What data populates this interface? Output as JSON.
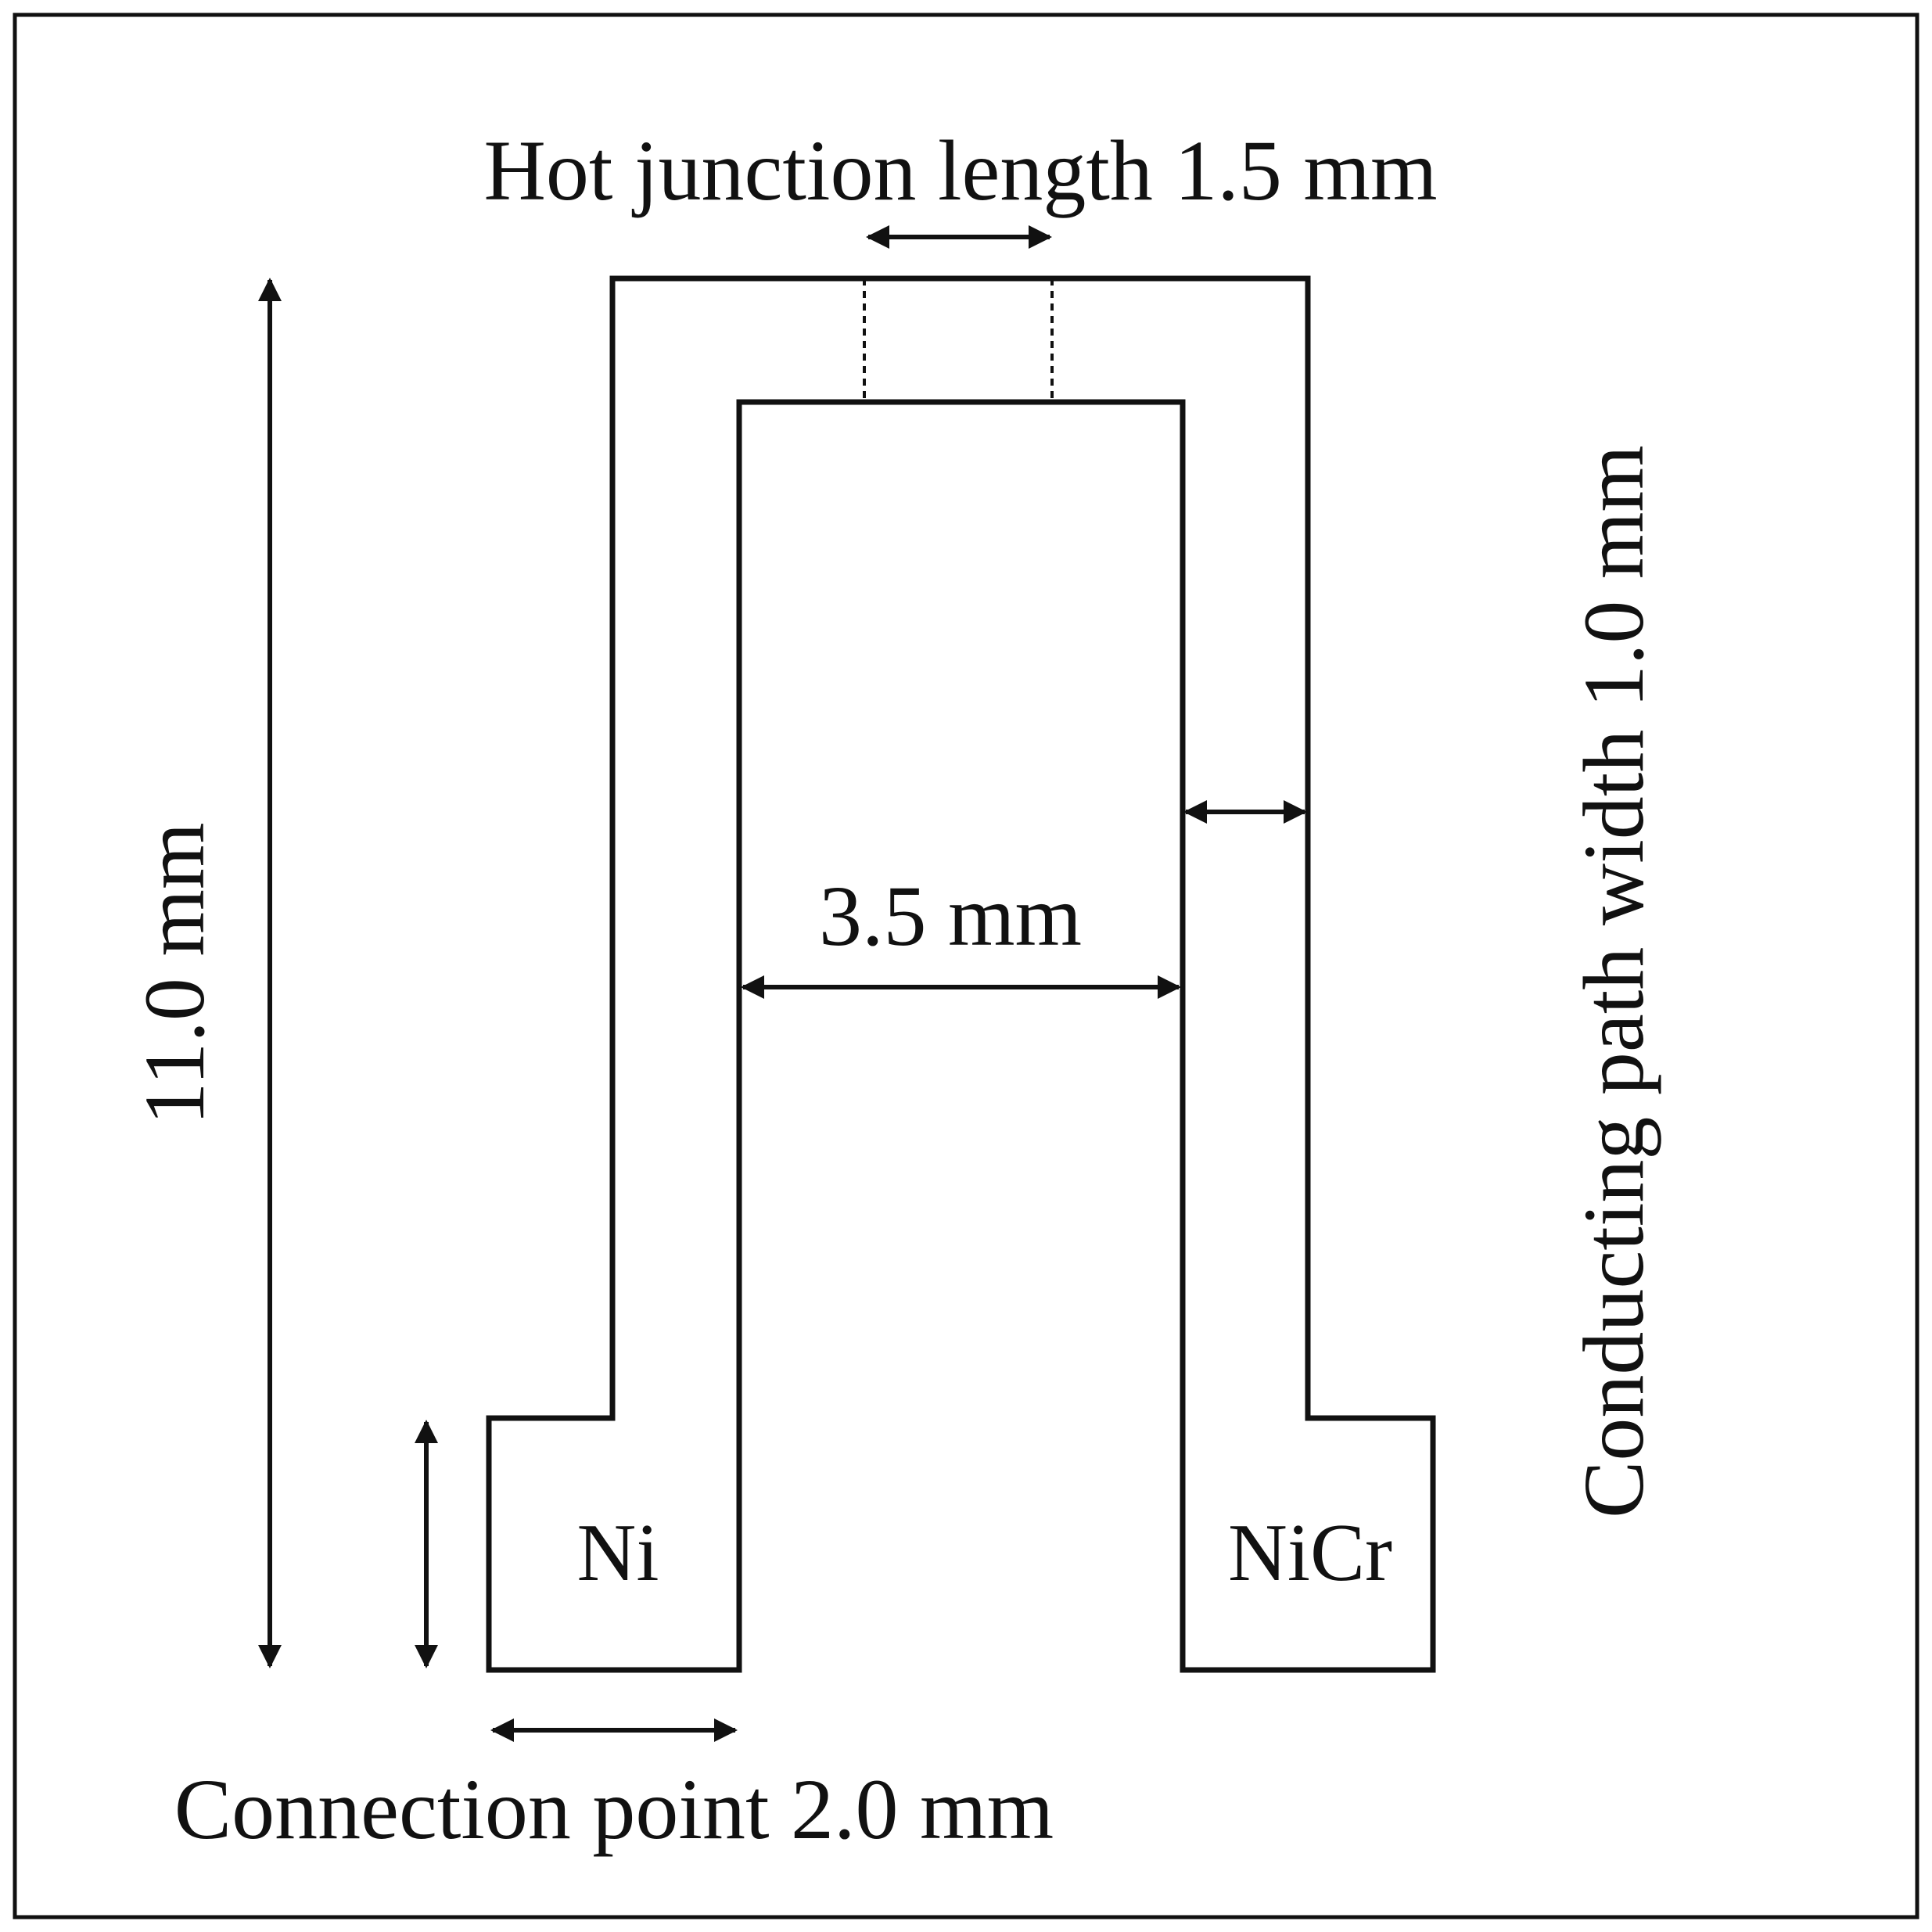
{
  "labels": {
    "hot_junction": "Hot junction length 1.5 mm",
    "total_length": "11.0 mm",
    "gap_width": "3.5 mm",
    "path_width": "Conducting path width 1.0 mm",
    "connection_point": "Connection point 2.0 mm"
  },
  "materials": {
    "left": "Ni",
    "right": "NiCr"
  },
  "colors": {
    "line": "#111111",
    "background": "#ffffff"
  }
}
